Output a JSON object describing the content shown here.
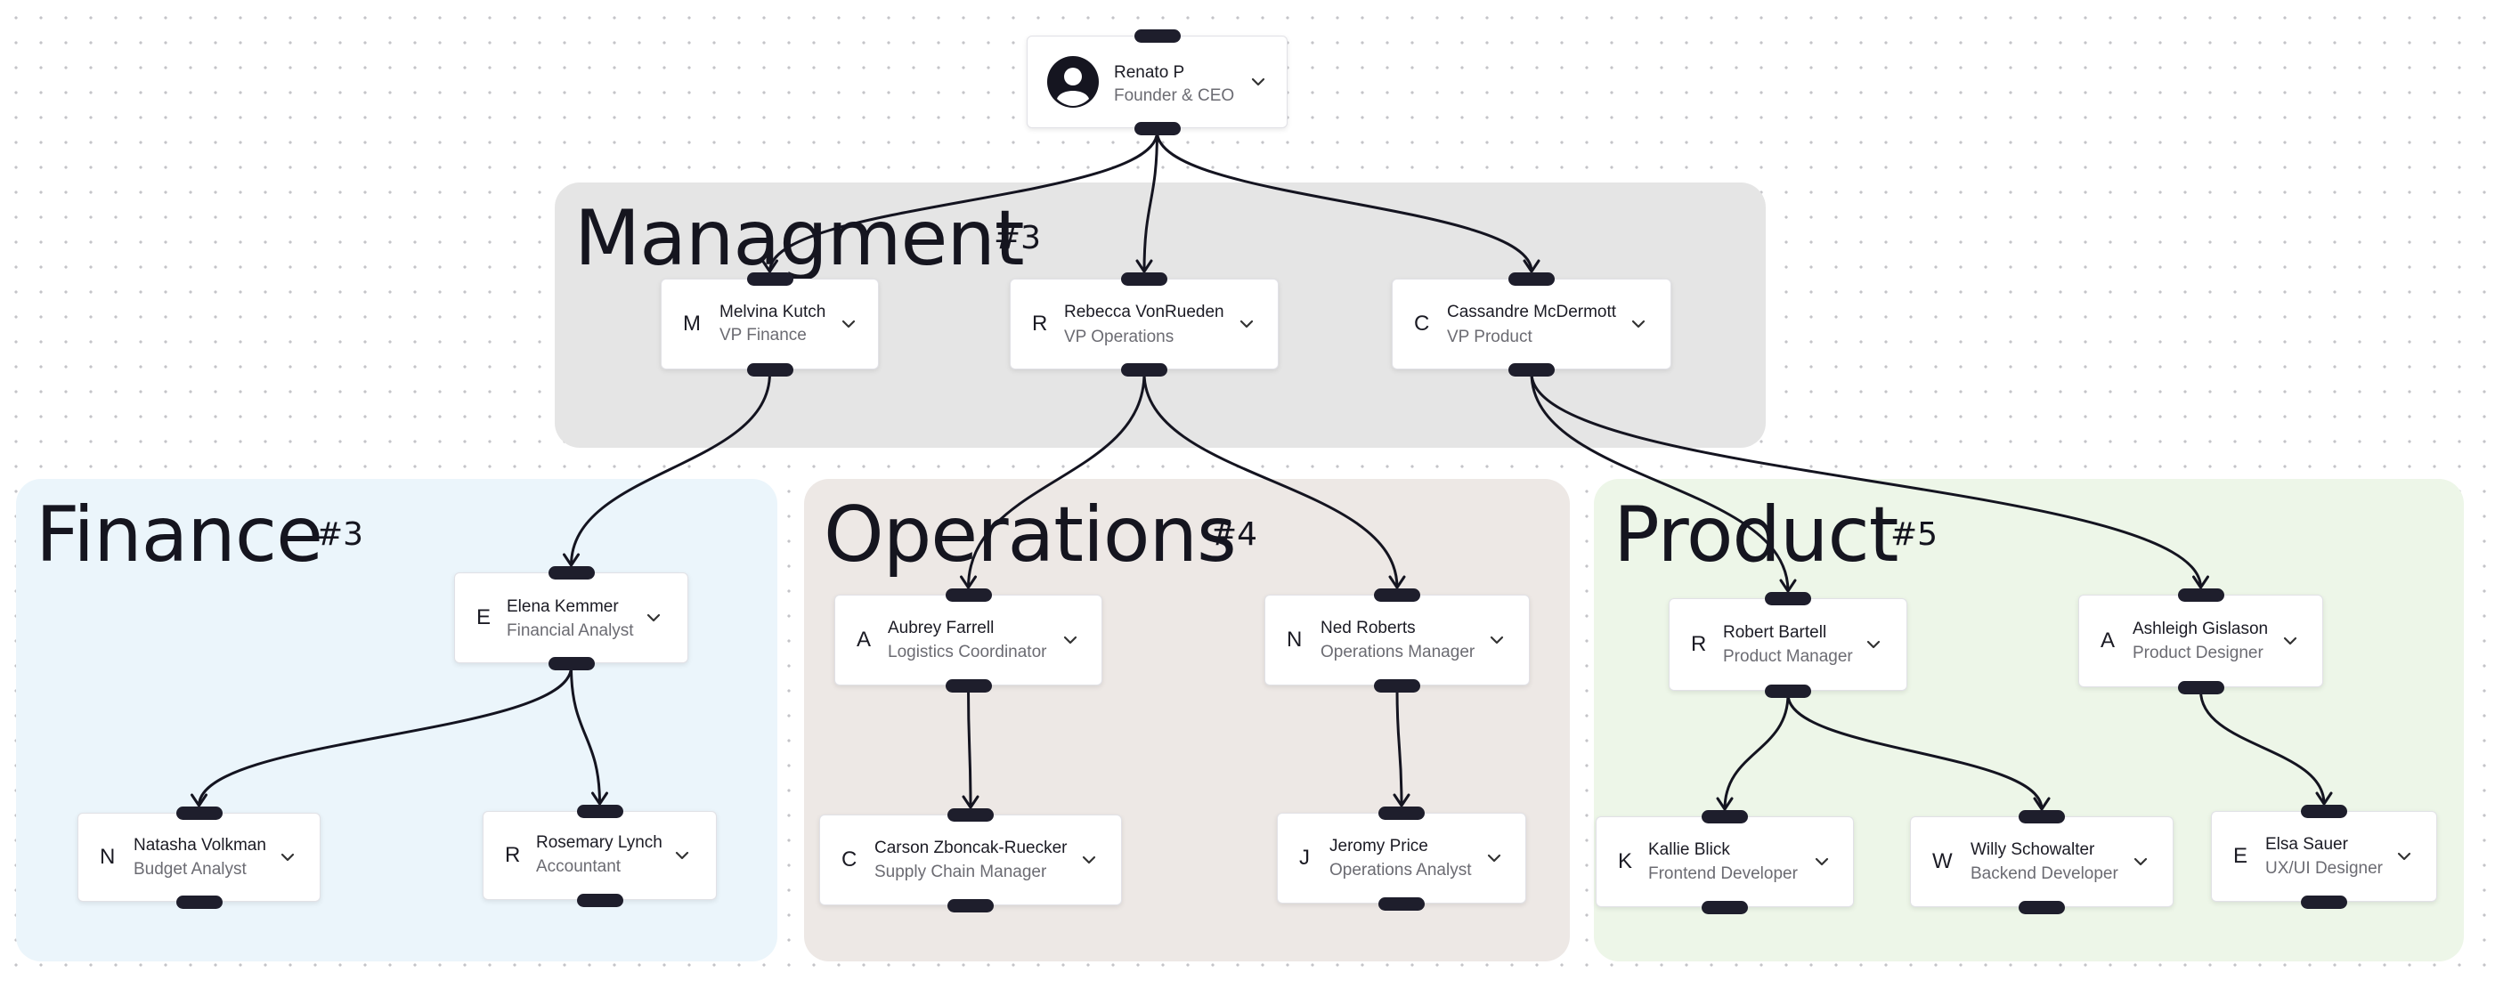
{
  "groups": [
    {
      "id": "managment",
      "title": "Managment",
      "count": "#3",
      "color": "#e5e5e5"
    },
    {
      "id": "finance",
      "title": "Finance",
      "count": "#3",
      "color": "#ebf5fb"
    },
    {
      "id": "operations",
      "title": "Operations",
      "count": "#4",
      "color": "#ede8e5"
    },
    {
      "id": "product",
      "title": "Product",
      "count": "#5",
      "color": "#edf6e8"
    }
  ],
  "nodes": [
    {
      "id": "renato",
      "initial": "",
      "avatar": "person-icon",
      "name": "Renato P",
      "role": "Founder & CEO"
    },
    {
      "id": "melvina",
      "initial": "M",
      "name": "Melvina Kutch",
      "role": "VP Finance"
    },
    {
      "id": "rebecca",
      "initial": "R",
      "name": "Rebecca VonRueden",
      "role": "VP Operations"
    },
    {
      "id": "cassandre",
      "initial": "C",
      "name": "Cassandre McDermott",
      "role": "VP Product"
    },
    {
      "id": "elena",
      "initial": "E",
      "name": "Elena Kemmer",
      "role": "Financial Analyst"
    },
    {
      "id": "natasha",
      "initial": "N",
      "name": "Natasha Volkman",
      "role": "Budget Analyst"
    },
    {
      "id": "rosemary",
      "initial": "R",
      "name": "Rosemary Lynch",
      "role": "Accountant"
    },
    {
      "id": "aubrey",
      "initial": "A",
      "name": "Aubrey Farrell",
      "role": "Logistics Coordinator"
    },
    {
      "id": "ned",
      "initial": "N",
      "name": "Ned Roberts",
      "role": "Operations Manager"
    },
    {
      "id": "carson",
      "initial": "C",
      "name": "Carson Zboncak-Ruecker",
      "role": "Supply Chain Manager"
    },
    {
      "id": "jeromy",
      "initial": "J",
      "name": "Jeromy Price",
      "role": "Operations Analyst"
    },
    {
      "id": "robert",
      "initial": "R",
      "name": "Robert Bartell",
      "role": "Product Manager"
    },
    {
      "id": "ashleigh",
      "initial": "A",
      "name": "Ashleigh Gislason",
      "role": "Product Designer"
    },
    {
      "id": "kallie",
      "initial": "K",
      "name": "Kallie Blick",
      "role": "Frontend Developer"
    },
    {
      "id": "willy",
      "initial": "W",
      "name": "Willy Schowalter",
      "role": "Backend Developer"
    },
    {
      "id": "elsa",
      "initial": "E",
      "name": "Elsa Sauer",
      "role": "UX/UI Designer"
    }
  ],
  "edges": [
    {
      "from": "renato",
      "to": "melvina"
    },
    {
      "from": "renato",
      "to": "rebecca"
    },
    {
      "from": "renato",
      "to": "cassandre"
    },
    {
      "from": "melvina",
      "to": "elena"
    },
    {
      "from": "rebecca",
      "to": "aubrey"
    },
    {
      "from": "rebecca",
      "to": "ned"
    },
    {
      "from": "cassandre",
      "to": "robert"
    },
    {
      "from": "cassandre",
      "to": "ashleigh"
    },
    {
      "from": "elena",
      "to": "natasha"
    },
    {
      "from": "elena",
      "to": "rosemary"
    },
    {
      "from": "aubrey",
      "to": "carson"
    },
    {
      "from": "ned",
      "to": "jeromy"
    },
    {
      "from": "robert",
      "to": "kallie"
    },
    {
      "from": "robert",
      "to": "willy"
    },
    {
      "from": "ashleigh",
      "to": "elsa"
    }
  ],
  "colors": {
    "edge": "#141420",
    "handle": "#1e1e2c"
  }
}
